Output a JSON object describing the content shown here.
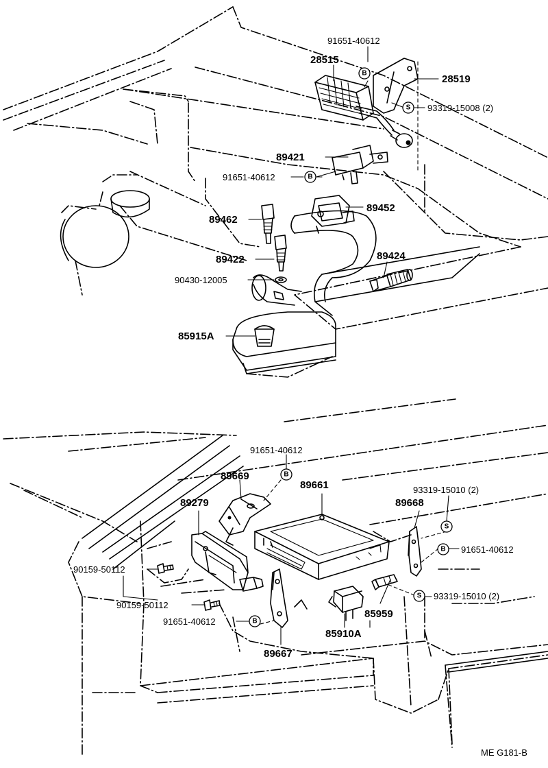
{
  "diagram_code": "ME G181-B",
  "badges": {
    "bolt": "B",
    "screw": "S"
  },
  "top_section": {
    "labels": {
      "p91651_top": "91651-40612",
      "p28515": "28515",
      "p28519": "28519",
      "p93319_15008": "93319-15008 (2)",
      "p89421": "89421",
      "p91651_mid": "91651-40612",
      "p89452": "89452",
      "p89462": "89462",
      "p89422": "89422",
      "p89424": "89424",
      "p90430": "90430-12005",
      "p85915a": "85915A"
    }
  },
  "bottom_section": {
    "labels": {
      "p91651_b1": "91651-40612",
      "p89669": "89669",
      "p89661": "89661",
      "p93319_15010_a": "93319-15010 (2)",
      "p89668": "89668",
      "p89279": "89279",
      "p91651_b2": "91651-40612",
      "p90159_a": "90159-50112",
      "p93319_15010_b": "93319-15010 (2)",
      "p90159_b": "90159-50112",
      "p85959": "85959",
      "p91651_b3": "91651-40612",
      "p85910a": "85910A",
      "p89667": "89667"
    }
  }
}
